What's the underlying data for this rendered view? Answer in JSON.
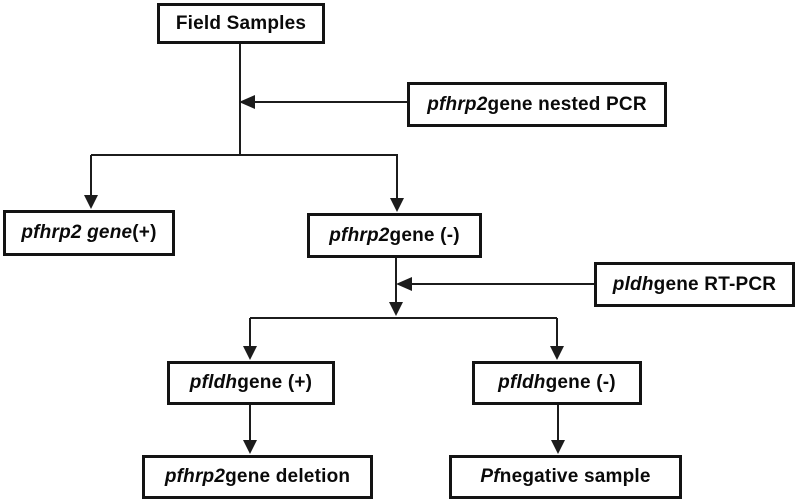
{
  "diagram_type": "flowchart",
  "nodes": {
    "field_samples": {
      "italic": "",
      "rest": "Field Samples"
    },
    "nested_pcr": {
      "italic": "pfhrp2",
      "rest": " gene nested PCR"
    },
    "hrp2_pos": {
      "italic": "pfhrp2 gene",
      "rest": " (+)"
    },
    "hrp2_neg": {
      "italic": "pfhrp2",
      "rest": " gene (-)"
    },
    "pldh_rtpcr": {
      "italic": "pldh",
      "rest": " gene RT-PCR"
    },
    "pfldh_pos": {
      "italic": "pfldh",
      "rest": " gene (+)"
    },
    "pfldh_neg": {
      "italic": "pfldh",
      "rest": " gene (-)"
    },
    "deletion": {
      "italic": "pfhrp2",
      "rest": " gene deletion"
    },
    "negative": {
      "italic": "Pf",
      "rest": " negative sample"
    }
  },
  "edges": [
    {
      "from": "Field Samples",
      "to": "pfhrp2 gene (+)",
      "assay": "pfhrp2 gene nested PCR"
    },
    {
      "from": "Field Samples",
      "to": "pfhrp2 gene (-)",
      "assay": "pfhrp2 gene nested PCR"
    },
    {
      "from": "pfhrp2 gene (-)",
      "to": "pfldh gene (+)",
      "assay": "pldh gene RT-PCR"
    },
    {
      "from": "pfhrp2 gene (-)",
      "to": "pfldh gene (-)",
      "assay": "pldh gene RT-PCR"
    },
    {
      "from": "pfldh gene (+)",
      "to": "pfhrp2 gene deletion"
    },
    {
      "from": "pfldh gene (-)",
      "to": "Pf negative sample"
    }
  ],
  "colors": {
    "background": "#ffffff",
    "line": "#1c1c1c",
    "box_border": "#131313",
    "text": "#0a0a0a"
  }
}
